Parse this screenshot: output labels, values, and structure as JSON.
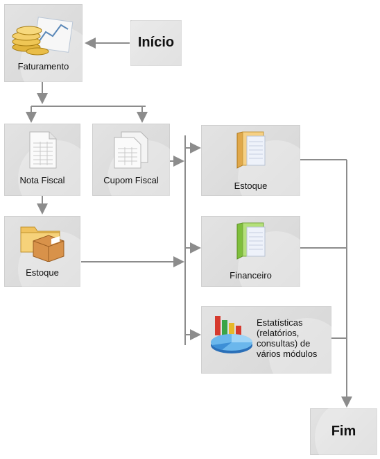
{
  "nodes": {
    "inicio": "Início",
    "faturamento": "Faturamento",
    "nota_fiscal": "Nota Fiscal",
    "cupom_fiscal": "Cupom Fiscal",
    "estoque_left": "Estoque",
    "estoque_right": "Estoque",
    "financeiro": "Financeiro",
    "estatisticas": [
      "Estatísticas",
      "(relatórios,",
      "consultas) de",
      "vários módulos"
    ],
    "fim": "Fim"
  },
  "colors": {
    "box": "#dcdcdc",
    "line": "#8c8c8c",
    "folder_yellow": "#f2c46a",
    "folder_green": "#a8d86a"
  }
}
